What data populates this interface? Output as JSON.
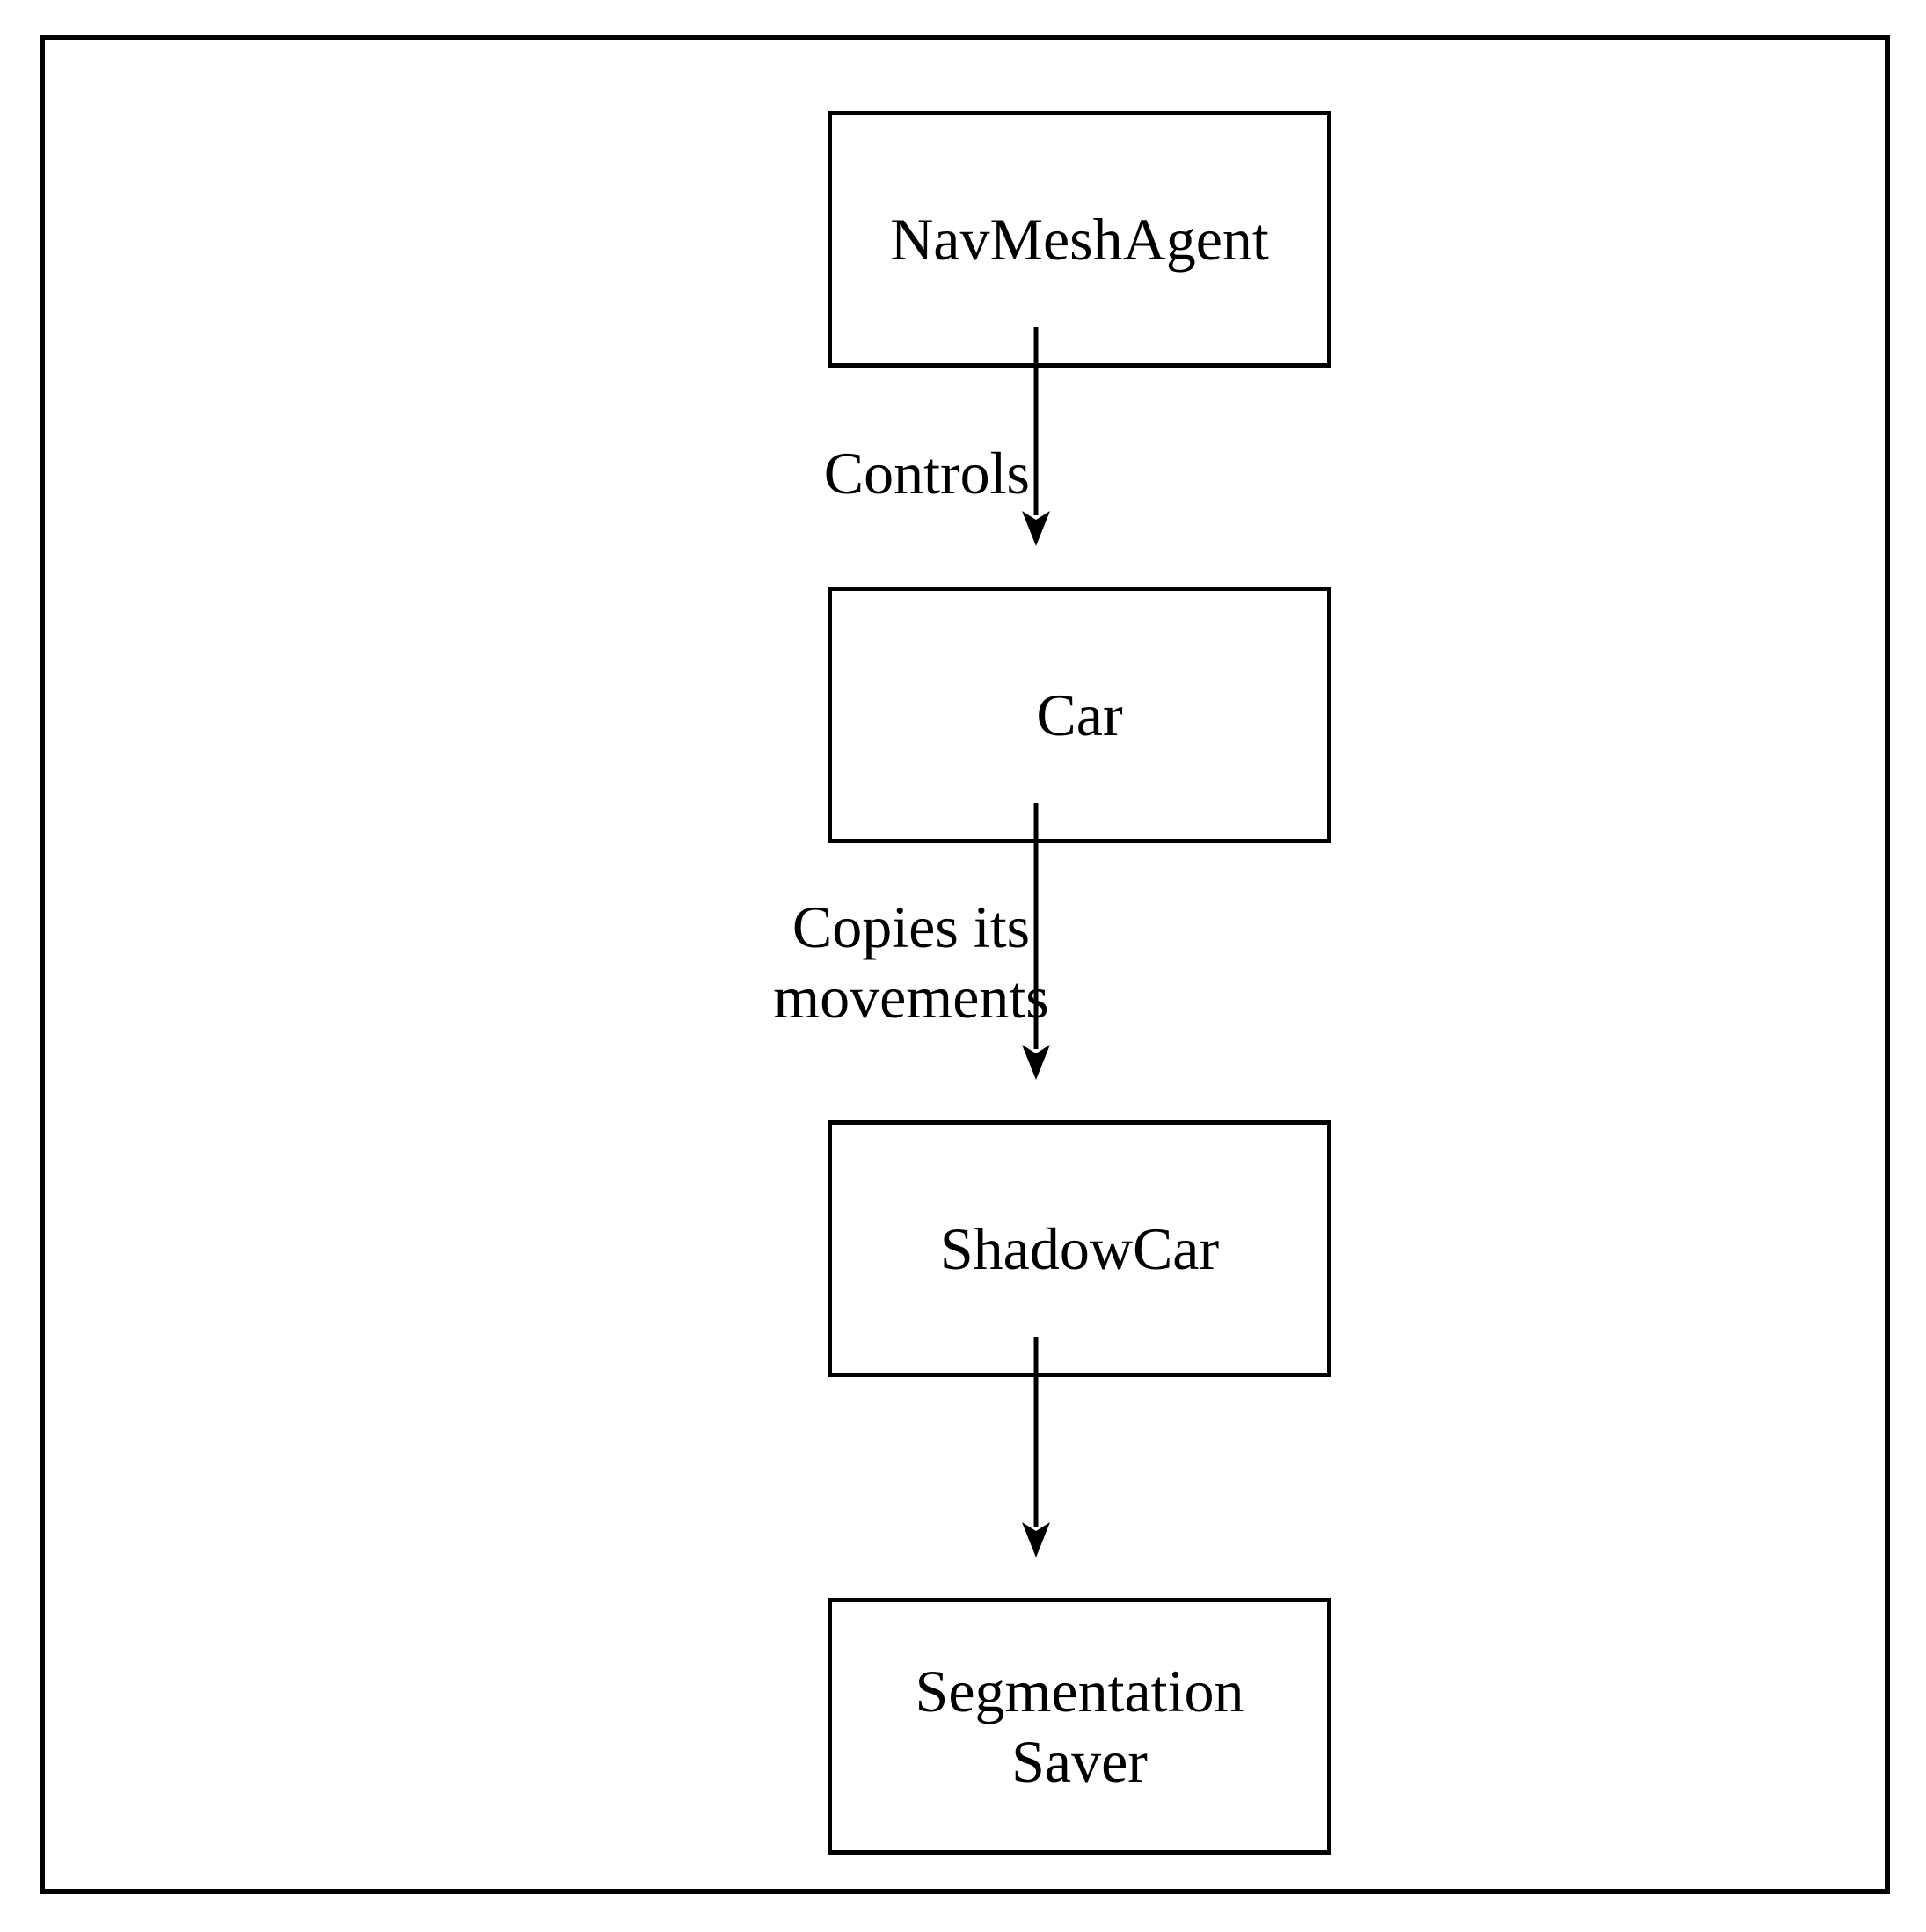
{
  "diagram": {
    "background_color": "#ffffff",
    "stroke_color": "#000000",
    "nodes": [
      {
        "id": "navmeshagent",
        "label": "NavMeshAgent"
      },
      {
        "id": "car",
        "label": "Car"
      },
      {
        "id": "shadowcar",
        "label": "ShadowCar"
      },
      {
        "id": "segmentation-saver",
        "label": "Segmentation Saver"
      }
    ],
    "edges": [
      {
        "from": "navmeshagent",
        "to": "car",
        "label": "Controls"
      },
      {
        "from": "car",
        "to": "shadowcar",
        "label": "Copies its movements"
      },
      {
        "from": "shadowcar",
        "to": "segmentation-saver",
        "label": ""
      }
    ]
  }
}
